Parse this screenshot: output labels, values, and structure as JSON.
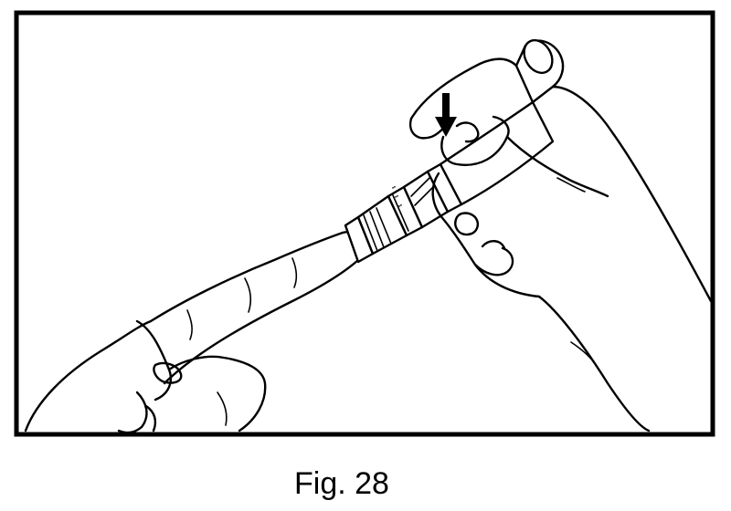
{
  "figure": {
    "caption": "Fig. 28",
    "illustration": "hand-holding-lancing-device-against-fingertip",
    "arrow_direction": "down"
  }
}
